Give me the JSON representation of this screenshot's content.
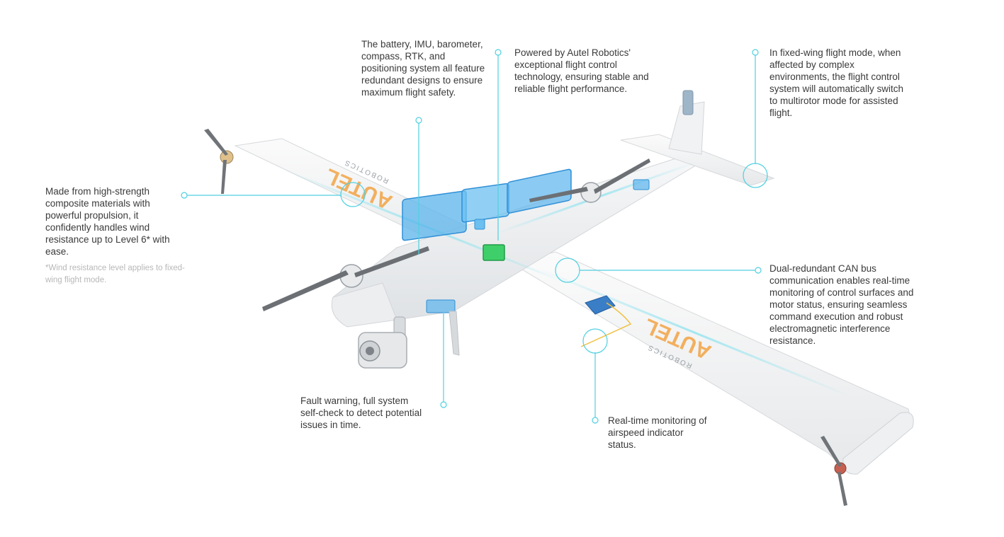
{
  "callouts": {
    "composite": "Made from high-strength composite materials with powerful propulsion, it confidently handles wind resistance up to Level 6* with ease.",
    "wind_note": "*Wind resistance level applies to fixed-wing flight mode.",
    "redundancy": "The battery, IMU, barometer, compass, RTK, and positioning system all feature redundant designs to ensure maximum flight safety.",
    "flight_control": "Powered by Autel Robotics' exceptional flight control technology, ensuring stable and reliable flight performance.",
    "fixed_wing_switch": "In fixed-wing flight mode, when affected by complex environments, the flight control system will automatically switch to multirotor mode for assisted flight.",
    "can_bus": "Dual-redundant CAN bus communication enables real-time monitoring of control surfaces and motor status, ensuring seamless command execution and robust electromagnetic interference resistance.",
    "fault_warning": "Fault warning, full system self-check to detect potential issues in time.",
    "airspeed": "Real-time monitoring of airspeed indicator status."
  },
  "wing_logo": {
    "brand": "AUTEL",
    "sub": "ROBOTICS"
  },
  "colors": {
    "accent": "#4fd0e0",
    "component_blue": "#5ab4ec",
    "component_green": "#3fcf6a",
    "logo_orange": "#f2a445",
    "logo_purple": "#b68cf0"
  }
}
